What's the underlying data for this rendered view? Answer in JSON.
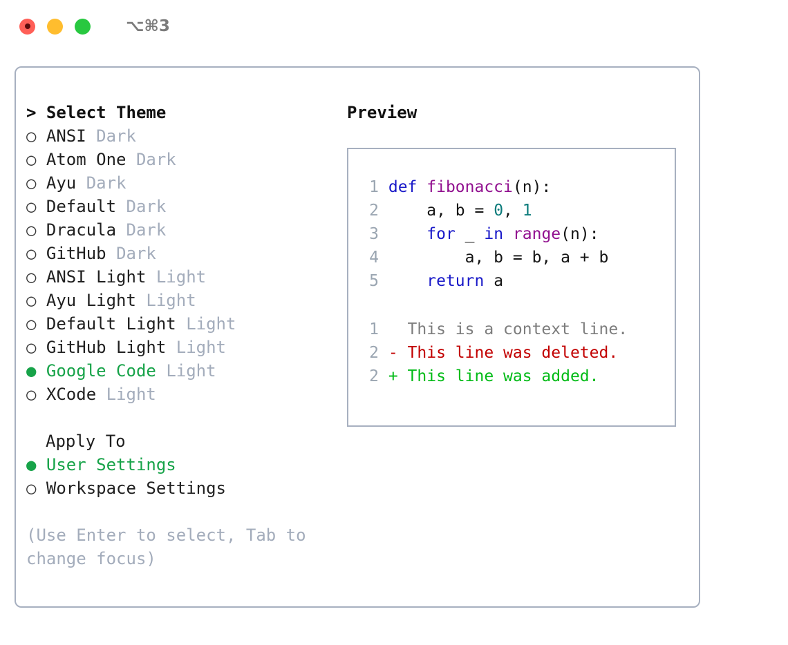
{
  "titlebar": {
    "shortcut": "⌥⌘3",
    "dots": [
      "close-dot",
      "minimize-dot",
      "maximize-dot"
    ]
  },
  "left_panel": {
    "heading": "> Select Theme",
    "themes": [
      {
        "marker": "○",
        "name": "ANSI",
        "tag": "Dark",
        "selected": false
      },
      {
        "marker": "○",
        "name": "Atom One",
        "tag": "Dark",
        "selected": false
      },
      {
        "marker": "○",
        "name": "Ayu",
        "tag": "Dark",
        "selected": false
      },
      {
        "marker": "○",
        "name": "Default",
        "tag": "Dark",
        "selected": false
      },
      {
        "marker": "○",
        "name": "Dracula",
        "tag": "Dark",
        "selected": false
      },
      {
        "marker": "○",
        "name": "GitHub",
        "tag": "Dark",
        "selected": false
      },
      {
        "marker": "○",
        "name": "ANSI Light",
        "tag": "Light",
        "selected": false
      },
      {
        "marker": "○",
        "name": "Ayu Light",
        "tag": "Light",
        "selected": false
      },
      {
        "marker": "○",
        "name": "Default Light",
        "tag": "Light",
        "selected": false
      },
      {
        "marker": "○",
        "name": "GitHub Light",
        "tag": "Light",
        "selected": false
      },
      {
        "marker": "●",
        "name": "Google Code",
        "tag": "Light",
        "selected": true
      },
      {
        "marker": "○",
        "name": "XCode",
        "tag": "Light",
        "selected": false
      }
    ],
    "apply_to": {
      "label": "Apply To",
      "options": [
        {
          "marker": "●",
          "name": "User Settings",
          "selected": true
        },
        {
          "marker": "○",
          "name": "Workspace Settings",
          "selected": false
        }
      ]
    },
    "hint": "(Use Enter to select, Tab to change focus)"
  },
  "right_panel": {
    "title": "Preview",
    "code_lines": [
      {
        "n": "1",
        "tokens": [
          {
            "t": "def ",
            "c": "kw"
          },
          {
            "t": "fibonacci",
            "c": "fn"
          },
          {
            "t": "(n):",
            "c": "plain"
          }
        ]
      },
      {
        "n": "2",
        "tokens": [
          {
            "t": "    a, b = ",
            "c": "plain"
          },
          {
            "t": "0",
            "c": "num"
          },
          {
            "t": ", ",
            "c": "plain"
          },
          {
            "t": "1",
            "c": "num"
          }
        ]
      },
      {
        "n": "3",
        "tokens": [
          {
            "t": "    ",
            "c": "plain"
          },
          {
            "t": "for",
            "c": "kw"
          },
          {
            "t": " _ ",
            "c": "plain"
          },
          {
            "t": "in",
            "c": "kw"
          },
          {
            "t": " ",
            "c": "plain"
          },
          {
            "t": "range",
            "c": "fn"
          },
          {
            "t": "(n):",
            "c": "plain"
          }
        ]
      },
      {
        "n": "4",
        "tokens": [
          {
            "t": "        a, b = b, a + b",
            "c": "plain"
          }
        ]
      },
      {
        "n": "5",
        "tokens": [
          {
            "t": "    ",
            "c": "plain"
          },
          {
            "t": "return",
            "c": "kw"
          },
          {
            "t": " a",
            "c": "plain"
          }
        ]
      }
    ],
    "diff_lines": [
      {
        "n": "1",
        "text": "  This is a context line.",
        "c": "ctx"
      },
      {
        "n": "2",
        "text": "- This line was deleted.",
        "c": "del"
      },
      {
        "n": "2",
        "text": "+ This line was added.",
        "c": "add"
      }
    ]
  },
  "colors": {
    "accent_green": "#17a349",
    "muted": "#a3acbb",
    "border": "#a7b0c0",
    "keyword": "#1818c8",
    "function": "#91108f",
    "number": "#0b7b7b",
    "diff_deleted": "#c20000",
    "diff_added": "#00bb16",
    "line_number": "#9aa5b1"
  }
}
